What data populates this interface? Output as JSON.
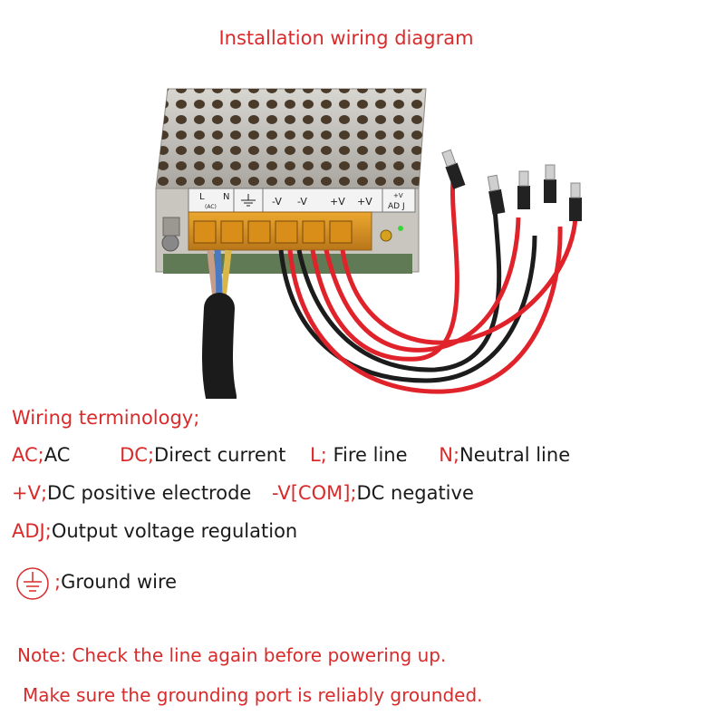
{
  "title": "Installation wiring diagram",
  "terminal_labels": {
    "L": "L",
    "AC": "(AC)",
    "N": "N",
    "neg1": "-V",
    "neg2": "-V",
    "pos1": "+V",
    "pos2": "+V",
    "adj_top": "+V",
    "adj": "AD J"
  },
  "terminology_heading": "Wiring terminology;",
  "terms": {
    "ac_key": "AC;",
    "ac_val": "AC",
    "dc_key": "DC;",
    "dc_val": "Direct current",
    "l_key": "L;",
    "l_val": " Fire line",
    "n_key": "N;",
    "n_val": "Neutral line",
    "pv_key": "+V;",
    "pv_val": "DC positive electrode",
    "nv_key": "-V[COM];",
    "nv_val": "DC negative",
    "adj_key": "ADJ;",
    "adj_val": "Output voltage regulation",
    "ground_key": ";",
    "ground_val": "Ground wire"
  },
  "note_line1": "Note: Check the line again before powering up.",
  "note_line2": "Make sure the grounding port is reliably grounded.",
  "colors": {
    "accent_red": "#d92b2b",
    "text": "#1a1a1a",
    "wire_red": "#e0232a",
    "wire_black": "#1c1c1c",
    "metal": "#bfbcb6"
  },
  "icons": [
    "ground-symbol-icon"
  ]
}
